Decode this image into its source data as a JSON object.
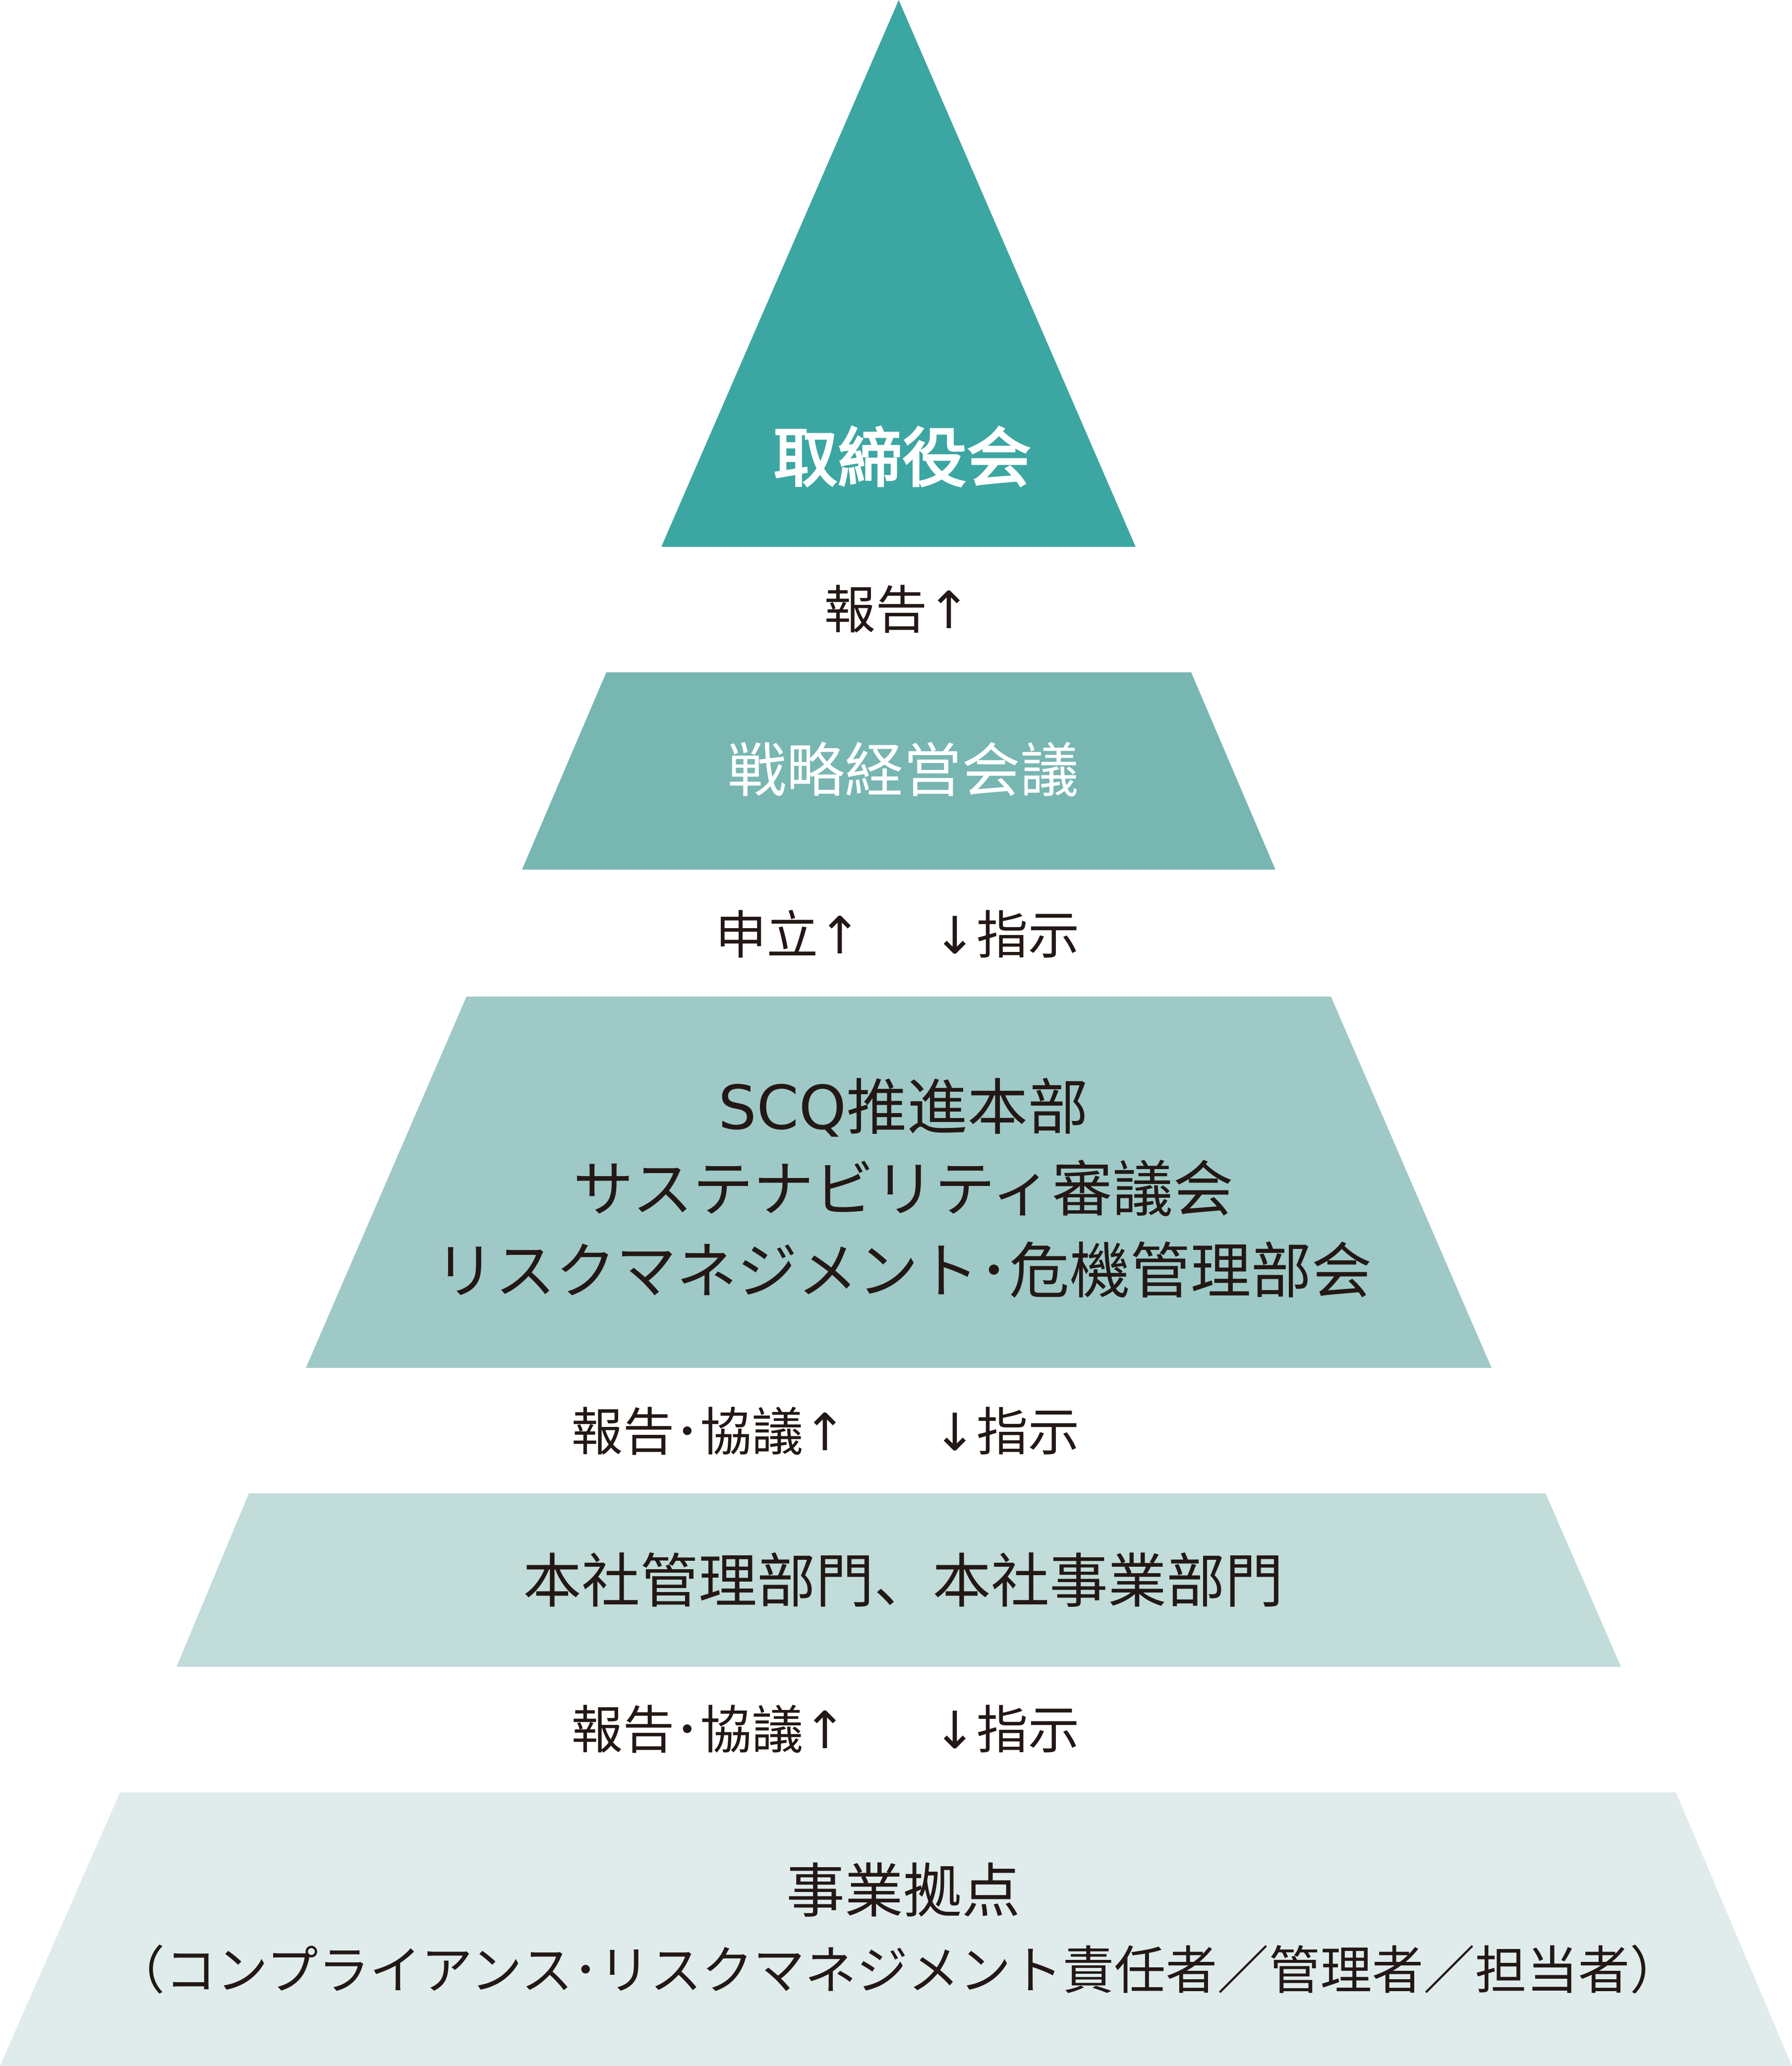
{
  "levels": [
    {
      "lines": [
        "取締役会"
      ],
      "color": "#3ca6a2"
    },
    {
      "lines": [
        "戦略経営会議"
      ],
      "color": "#78b6b2"
    },
    {
      "lines": [
        "SCQ推進本部",
        "サステナビリティ審議会",
        "リスクマネジメント･危機管理部会"
      ],
      "color": "#9fc9c6"
    },
    {
      "lines": [
        "本社管理部門、本社事業部門"
      ],
      "color": "#c1dcd9"
    },
    {
      "lines": [
        "事業拠点",
        "（コンプライアンス･リスクマネジメント責任者／管理者／担当者）"
      ],
      "color": "#e0ecec"
    }
  ],
  "connectors": [
    {
      "up": "報告↑",
      "down": ""
    },
    {
      "up": "申立↑",
      "down": "↓指示"
    },
    {
      "up": "報告･協議↑",
      "down": "↓指示"
    },
    {
      "up": "報告･協議↑",
      "down": "↓指示"
    }
  ]
}
